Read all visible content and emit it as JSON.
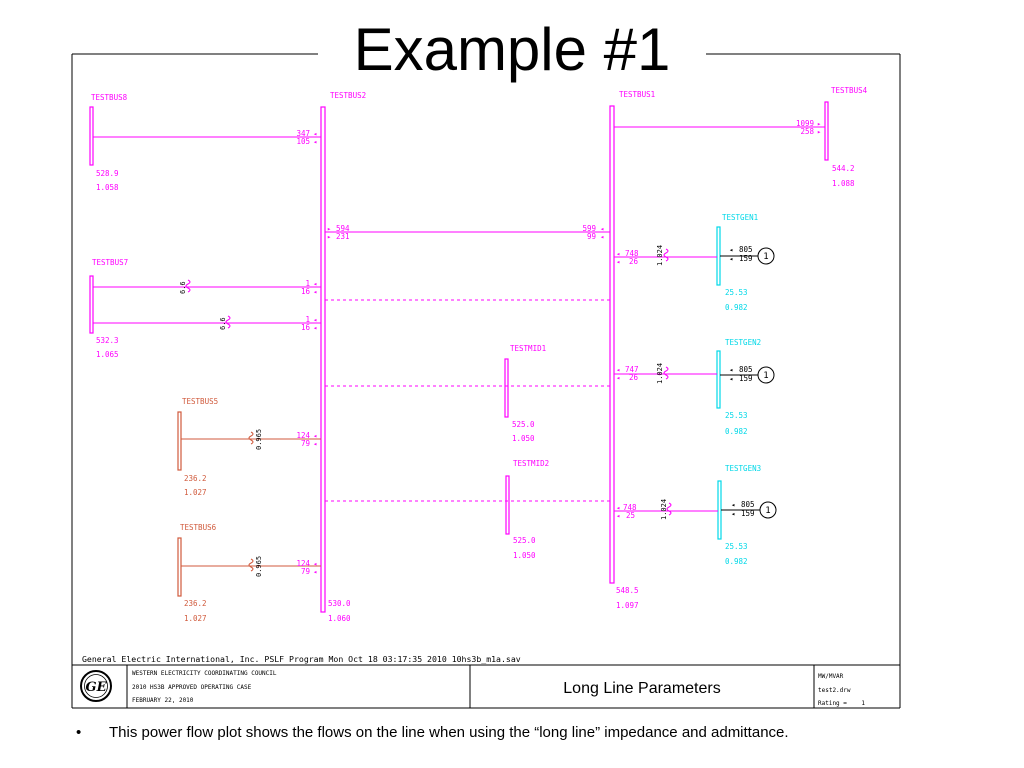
{
  "slide": {
    "title": "Example #1",
    "bullet_marker": "•",
    "bullet": "This power flow plot shows the flows on the line when using the “long line” impedance and admittance."
  },
  "colors": {
    "magenta": "#ff00ff",
    "orange": "#d05a3c",
    "cyan": "#00d8e8",
    "black": "#000000"
  },
  "buses": {
    "testbus8": {
      "name": "TESTBUS8",
      "v_kv": "528.9",
      "v_pu": "1.058"
    },
    "testbus2": {
      "name": "TESTBUS2",
      "v_kv": "530.0",
      "v_pu": "1.060"
    },
    "testbus1": {
      "name": "TESTBUS1",
      "v_kv": "548.5",
      "v_pu": "1.097"
    },
    "testbus4": {
      "name": "TESTBUS4",
      "v_kv": "544.2",
      "v_pu": "1.088"
    },
    "testbus7": {
      "name": "TESTBUS7",
      "v_kv": "532.3",
      "v_pu": "1.065"
    },
    "testbus5": {
      "name": "TESTBUS5",
      "v_kv": "236.2",
      "v_pu": "1.027"
    },
    "testbus6": {
      "name": "TESTBUS6",
      "v_kv": "236.2",
      "v_pu": "1.027"
    },
    "testmid1": {
      "name": "TESTMID1",
      "v_kv": "525.0",
      "v_pu": "1.050"
    },
    "testmid2": {
      "name": "TESTMID2",
      "v_kv": "525.0",
      "v_pu": "1.050"
    },
    "testgen1": {
      "name": "TESTGEN1",
      "v_kv": "25.53",
      "v_pu": "0.982"
    },
    "testgen2": {
      "name": "TESTGEN2",
      "v_kv": "25.53",
      "v_pu": "0.982"
    },
    "testgen3": {
      "name": "TESTGEN3",
      "v_kv": "25.53",
      "v_pu": "0.982"
    }
  },
  "flows": {
    "b8_b2_mw": "347",
    "b8_b2_mvar": "105",
    "b1_b4_mw": "1099",
    "b1_b4_mvar": "258",
    "b2_b1_mw_a": "594",
    "b2_b1_mvar_a": "231",
    "b2_b1_mw_b": "599",
    "b2_b1_mvar_b": "99",
    "b7_b2_l1_mw": "1",
    "b7_b2_l1_mvar": "16",
    "b7_b2_l2_mw": "1",
    "b7_b2_l2_mvar": "16",
    "b5_b2_mw": "124",
    "b5_b2_mvar": "79",
    "b6_b2_mw": "124",
    "b6_b2_mvar": "79",
    "g1_b1_mw": "748",
    "g1_b1_mvar": "26",
    "g2_b1_mw": "747",
    "g2_b1_mvar": "26",
    "g3_b1_mw": "748",
    "g3_b1_mvar": "25",
    "g1_out_mw": "805",
    "g1_out_mvar": "159",
    "g2_out_mw": "805",
    "g2_out_mvar": "159",
    "g3_out_mw": "805",
    "g3_out_mvar": "159"
  },
  "ratios": {
    "b7_l1": "6.6",
    "b7_l2": "6.6",
    "b5": "0.965",
    "b6": "0.965",
    "g1": "1.024",
    "g2": "1.024",
    "g3": "1.024"
  },
  "gen_ids": {
    "g1": "1",
    "g2": "1",
    "g3": "1"
  },
  "footer": {
    "program_line": "General Electric International, Inc.  PSLF Program   Mon Oct 18 03:17:35 2010   10hs3b_m1a.sav",
    "logo_text": "GE",
    "line1": "WESTERN ELECTRICITY COORDINATING COUNCIL",
    "line2": "2010 HS3B APPROVED OPERATING CASE",
    "line3": "FEBRUARY 22, 2010",
    "center_title": "Long Line Parameters",
    "right1": "MW/MVAR",
    "right2": "test2.drw",
    "right3": "Rating =    1"
  }
}
